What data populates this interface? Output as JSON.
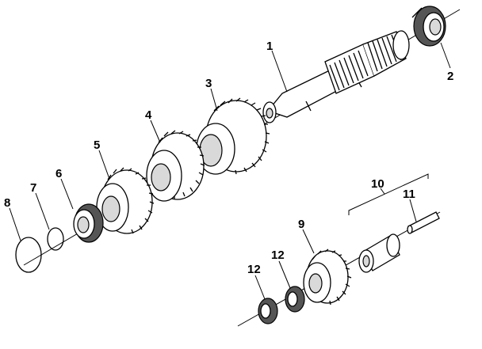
{
  "callouts": {
    "c1": "1",
    "c2": "2",
    "c3": "3",
    "c4": "4",
    "c5": "5",
    "c6": "6",
    "c7": "7",
    "c8": "8",
    "c9": "9",
    "c10": "10",
    "c11": "11",
    "c12a": "12",
    "c12b": "12"
  }
}
